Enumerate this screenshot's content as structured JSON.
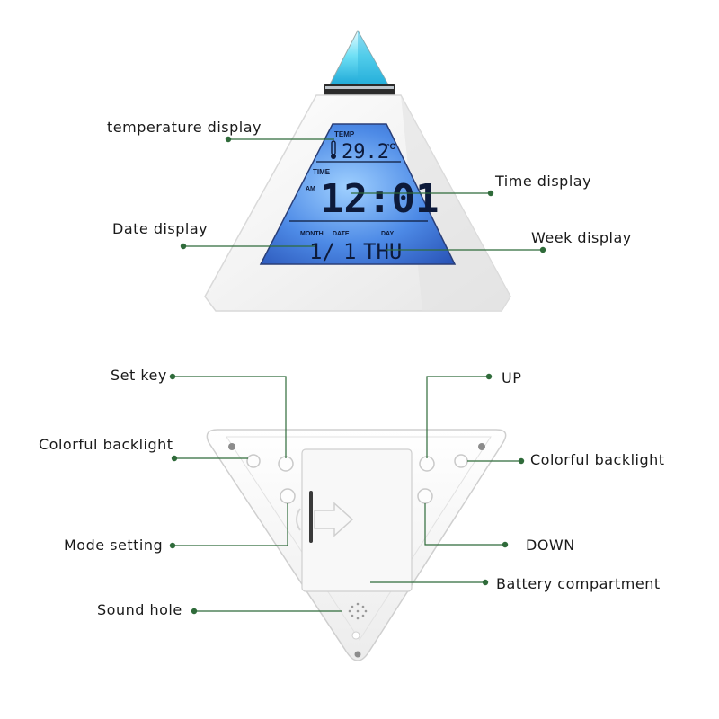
{
  "colors": {
    "leader_line": "#2f6b3a",
    "lcd_blue": "#3f7fe0",
    "lcd_light": "#8fc3ff",
    "lcd_text": "#0d1a3a",
    "device_body": "#f6f6f6"
  },
  "front": {
    "lcd": {
      "temp_tag": "TEMP",
      "temp_value": "29.2",
      "temp_unit": "°C",
      "time_tag": "TIME",
      "am_tag": "AM",
      "time_value": "12:01",
      "month_tag": "MONTH",
      "date_tag": "DATE",
      "day_tag": "DAY",
      "month_value": "1/",
      "date_value": "1",
      "day_value": "THU"
    }
  },
  "callouts": {
    "temperature_display": "temperature display",
    "time_display": "Time display",
    "date_display": "Date display",
    "week_display": "Week display",
    "set_key": "Set key",
    "up": "UP",
    "colorful_backlight_left": "Colorful backlight",
    "colorful_backlight_right": "Colorful backlight",
    "mode_setting": "Mode setting",
    "down": "DOWN",
    "battery_compartment": "Battery compartment",
    "sound_hole": "Sound hole"
  }
}
